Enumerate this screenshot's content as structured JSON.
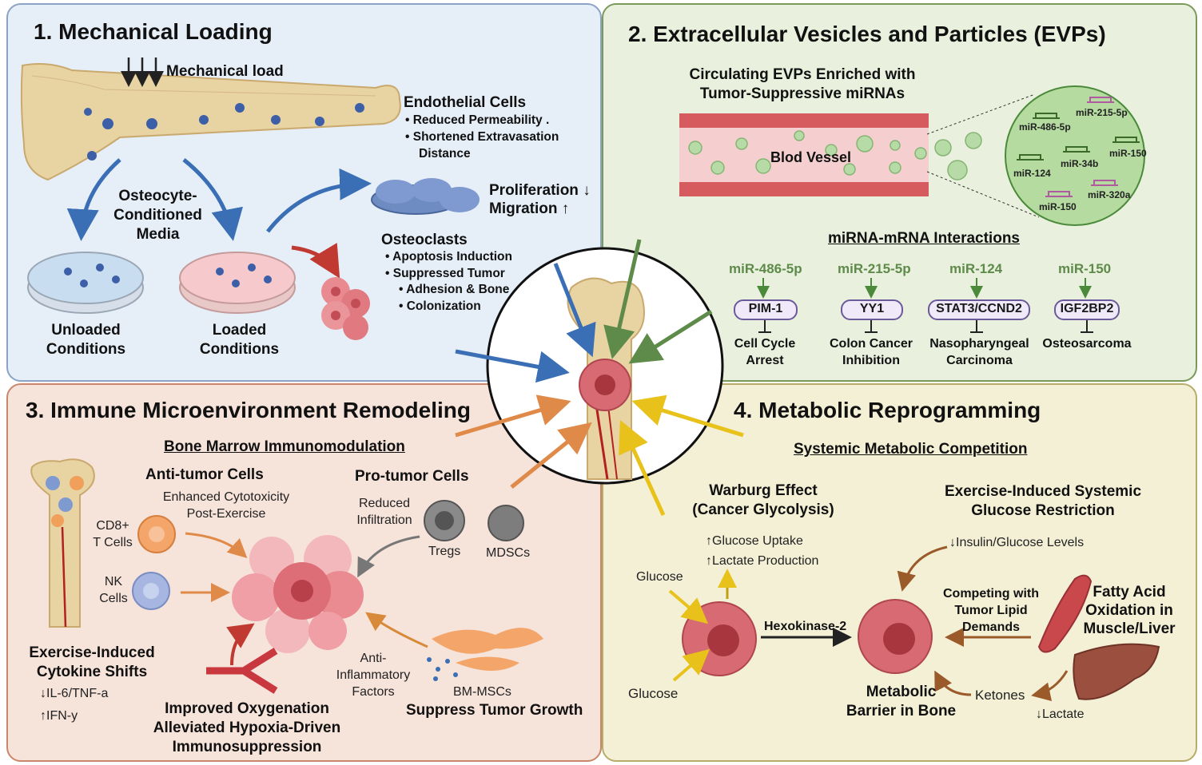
{
  "panel1": {
    "title": "1. Mechanical Loading",
    "load_label": "Mechanical load",
    "ocm_label": "Osteocyte-\nConditioned\nMedia",
    "unloaded": "Unloaded\nConditions",
    "loaded": "Loaded\nConditions",
    "endo_title": "Endothelial Cells",
    "endo_items": [
      "Reduced Permeability .",
      "Shortened Extravasation"
    ],
    "endo_items_cont": "Distance",
    "prolif": "Proliferation",
    "migration": "Migration",
    "osteo_title": "Osteoclasts",
    "osteo_items": [
      "Apoptosis Induction",
      "Suppressed Tumor"
    ],
    "osteo_items_cont": [
      "Adhesion & Bone",
      "Colonization"
    ]
  },
  "panel2": {
    "title": "2. Extracellular Vesicles and Particles (EVPs)",
    "evp_title": "Circulating EVPs Enriched with\nTumor-Suppressive miRNAs",
    "vessel_label": "Blod Vessel",
    "inset_mirnas": [
      "miR-486-5p",
      "miR-215-5p",
      "miR-124",
      "miR-34b",
      "miR-150",
      "miR-150",
      "miR-320a"
    ],
    "interactions_title": "miRNA-mRNA Interactions",
    "interactions": [
      {
        "mirna": "miR-486-5p",
        "target": "PIM-1",
        "effect": "Cell Cycle\nArrest"
      },
      {
        "mirna": "miR-215-5p",
        "target": "YY1",
        "effect": "Colon Cancer\nInhibition"
      },
      {
        "mirna": "miR-124",
        "target": "STAT3/CCND2",
        "effect": "Nasopharyngeal\nCarcinoma"
      },
      {
        "mirna": "miR-150",
        "target": "IGF2BP2",
        "effect": "Osteosarcoma"
      }
    ]
  },
  "panel3": {
    "title": "3. Immune Microenvironment Remodeling",
    "bm_title": "Bone Marrow Immunomodulation",
    "anti_title": "Anti-tumor Cells",
    "anti_note": "Enhanced Cytotoxicity\nPost-Exercise",
    "cd8": "CD8+\nT Cells",
    "nk": "NK\nCells",
    "pro_title": "Pro-tumor Cells",
    "reduced": "Reduced\nInfiltration",
    "tregs": "Tregs",
    "mdscs": "MDSCs",
    "cytokine_title": "Exercise-Induced\nCytokine Shifts",
    "il6": "IL-6/TNF-a",
    "ifn": "IFN-y",
    "oxy": "Improved Oxygenation\nAlleviated Hypoxia-Driven\nImmunosuppression",
    "anti_inflam": "Anti-\nInflammatory\nFactors",
    "bmmsc": "BM-MSCs",
    "suppress": "Suppress Tumor Growth"
  },
  "panel4": {
    "title": "4. Metabolic Reprogramming",
    "comp_title": "Systemic Metabolic Competition",
    "warburg": "Warburg Effect\n(Cancer Glycolysis)",
    "glucose_uptake": "Glucose Uptake",
    "lactate_prod": "Lactate Production",
    "glucose1": "Glucose",
    "glucose2": "Glucose",
    "hexokinase": "Hexokinase-2",
    "exercise_title": "Exercise-Induced Systemic\nGlucose Restriction",
    "insulin": "Insulin/Glucose Levels",
    "competing": "Competing with\nTumor Lipid\nDemands",
    "fatty": "Fatty Acid\nOxidation in\nMuscle/Liver",
    "barrier": "Metabolic\nBarrier in Bone",
    "ketones": "Ketones",
    "lactate": "Lactate"
  },
  "colors": {
    "blue_arrow": "#3a6fb5",
    "green_arrow": "#5e8a4a",
    "orange_arrow": "#e08a4a",
    "yellow_arrow": "#e8c21a",
    "brown_arrow": "#9a5a2a",
    "tumor": "#d76a72"
  }
}
